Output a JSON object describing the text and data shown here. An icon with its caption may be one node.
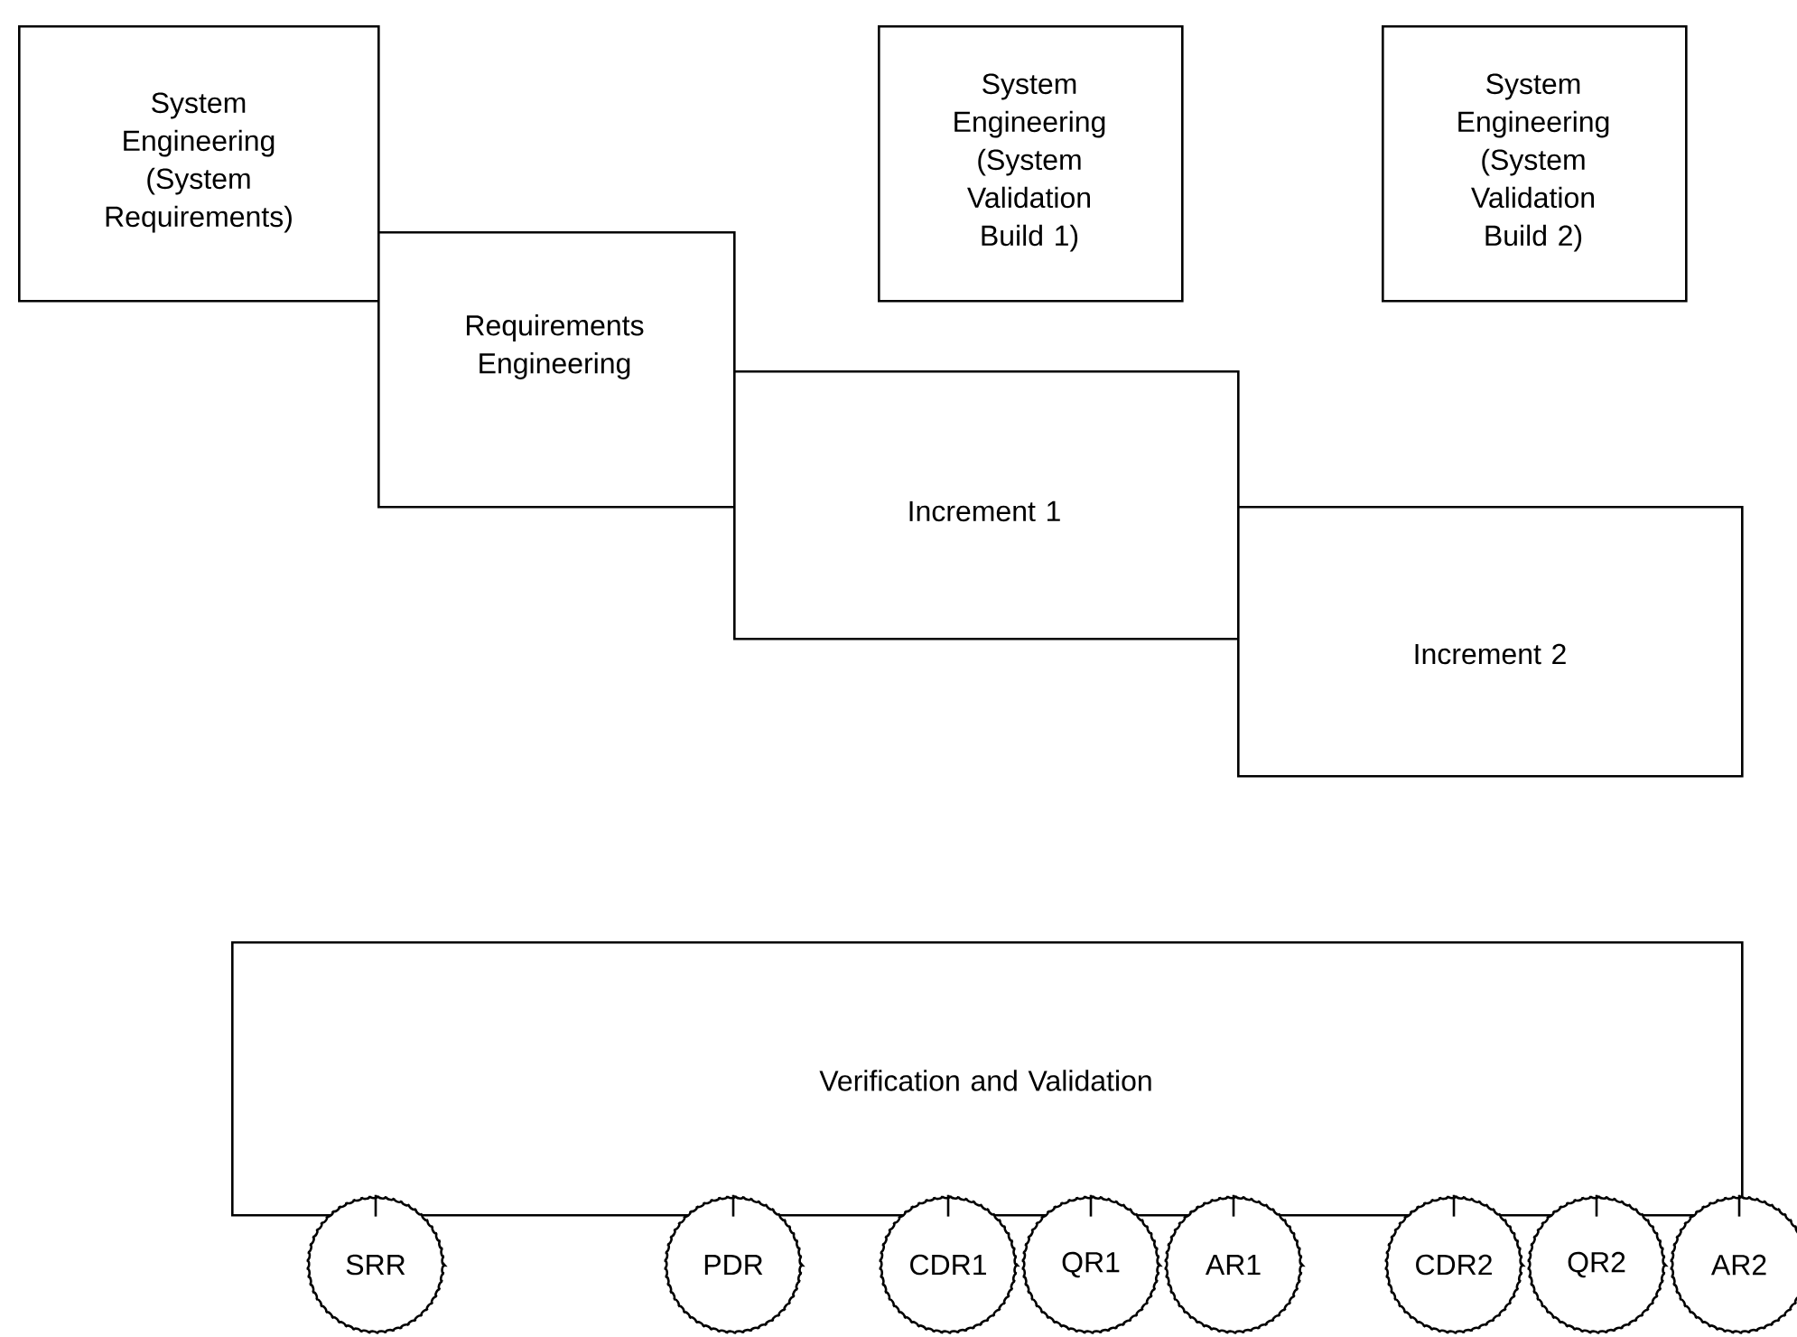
{
  "diagram": {
    "nodes": [
      {
        "text": [
          "System Engineering (System Requirements)"
        ]
      },
      {
        "text": [
          "Requirements Engineering"
        ]
      },
      {
        "text": [
          "Increment 1"
        ]
      },
      {
        "text": [
          "Increment 2"
        ]
      },
      {
        "text": [
          "System Engineering (System Validation Build 1)"
        ]
      },
      {
        "text": [
          "System Engineering (System Validation Build 2)"
        ]
      },
      {
        "text": [
          "Verification and Validation"
        ]
      },
      {
        "text": [
          "SRR"
        ]
      },
      {
        "text": [
          "PDR"
        ]
      },
      {
        "text": [
          "CDR1"
        ]
      },
      {
        "text": [
          "QR1"
        ]
      },
      {
        "text": [
          "AR1"
        ]
      },
      {
        "text": [
          "CDR2"
        ]
      },
      {
        "text": [
          "QR2"
        ]
      },
      {
        "text": [
          "AR2"
        ]
      }
    ],
    "edges": [
      {
        "from": 6,
        "to": 7,
        "arrow": "none"
      },
      {
        "from": 6,
        "to": 8,
        "arrow": "none"
      },
      {
        "from": 6,
        "to": 9,
        "arrow": "none"
      },
      {
        "from": 6,
        "to": 10,
        "arrow": "none"
      },
      {
        "from": 6,
        "to": 11,
        "arrow": "none"
      },
      {
        "from": 6,
        "to": 12,
        "arrow": "none"
      },
      {
        "from": 6,
        "to": 13,
        "arrow": "none"
      },
      {
        "from": 6,
        "to": 14,
        "arrow": "none"
      }
    ]
  }
}
